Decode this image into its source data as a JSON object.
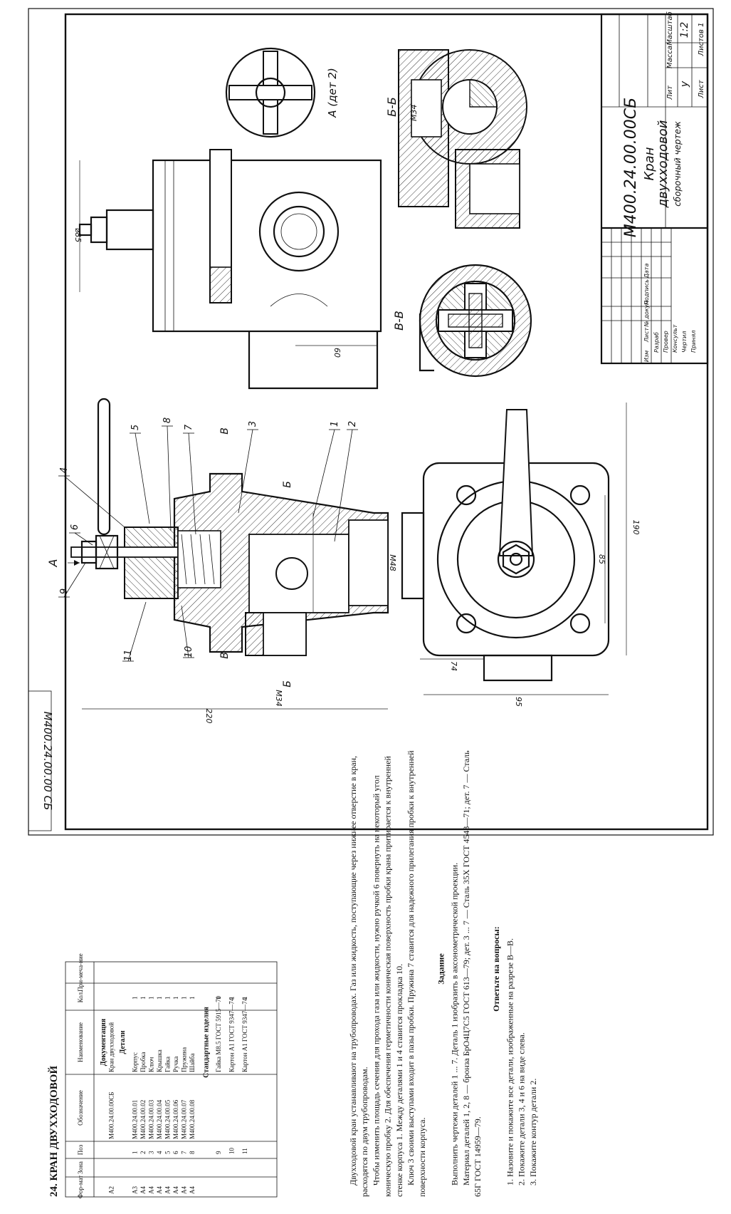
{
  "sheet": {
    "side_code": "М400.24.00.00 СБ",
    "title_block": {
      "designation": "М400.24.00.00СБ",
      "name_line1": "Кран",
      "name_line2": "двухходовой",
      "name_line3": "сборочный чертеж",
      "lit_label": "Лит",
      "mass_label": "Масса",
      "scale_label": "Масштаб",
      "lit_value": "у",
      "scale_value": "1:2",
      "sheet_label": "Лист",
      "sheets_label": "Листов 1",
      "sign_cols": [
        "Изм",
        "Лист",
        "№ докум",
        "Подпись",
        "Дата"
      ],
      "sign_rows": [
        "Разраб",
        "Провер",
        "Консульт",
        "Чертил",
        "Принял"
      ]
    },
    "view_labels": {
      "view_a": "А (дет 2)",
      "section_bb": "Б-Б",
      "section_vv": "В-В",
      "arrow_a": "А",
      "cut_b": "Б",
      "cut_v": "В"
    },
    "dimensions": {
      "d85": "⌀85",
      "m34_bb": "М34",
      "d60": "60",
      "m48": "М48",
      "m34": "М34",
      "d220": "220",
      "d190": "190",
      "d85b": "85",
      "d74": "74",
      "d95": "95"
    },
    "leaders": [
      "1",
      "2",
      "3",
      "4",
      "5",
      "6",
      "7",
      "8",
      "9",
      "10",
      "11"
    ]
  },
  "heading": "24. КРАН ДВУХХОДОВОЙ",
  "spec_table": {
    "headers": [
      "Фор-мат",
      "Зона",
      "Поз",
      "Обозначение",
      "Наименование",
      "Кол.",
      "При-меча-ние"
    ],
    "doc_section": "Документация",
    "doc_row": {
      "format": "А2",
      "designation": "М400.24.00.00СБ",
      "name": "Кран двухходовой"
    },
    "parts_section": "Детали",
    "parts": [
      {
        "format": "А3",
        "pos": "1",
        "designation": "М400.24.00.01",
        "name": "Корпус",
        "qty": "1"
      },
      {
        "format": "А4",
        "pos": "2",
        "designation": "М400.24.00.02",
        "name": "Пробка",
        "qty": "1"
      },
      {
        "format": "А4",
        "pos": "3",
        "designation": "М400.24.00.03",
        "name": "Ключ",
        "qty": "1"
      },
      {
        "format": "А4",
        "pos": "4",
        "designation": "М400.24.00.04",
        "name": "Крышка",
        "qty": "1"
      },
      {
        "format": "А4",
        "pos": "5",
        "designation": "М400.24.00.05",
        "name": "Гайка",
        "qty": "1"
      },
      {
        "format": "А4",
        "pos": "6",
        "designation": "М400.24.00.06",
        "name": "Ручка",
        "qty": "1"
      },
      {
        "format": "А4",
        "pos": "7",
        "designation": "М400.24.00.07",
        "name": "Пружина",
        "qty": "1"
      },
      {
        "format": "А4",
        "pos": "8",
        "designation": "М400.24.00.08",
        "name": "Шайба",
        "qty": "1"
      }
    ],
    "std_section": "Стандартные изделия",
    "std": [
      {
        "pos": "9",
        "name": "Гайка М8.5 ГОСТ 5915—70",
        "qty": "1"
      },
      {
        "pos": "10",
        "name": "Картон А1 ГОСТ 9347—74",
        "qty": "1"
      },
      {
        "pos": "11",
        "name": "Картон А1 ГОСТ 9347—74",
        "qty": "1"
      }
    ]
  },
  "description": {
    "p1": "Двухходовой кран устанавливают на трубопроводах. Газ или жидкость, поступающие через нижнее отверстие в кран, расходятся по двум трубопроводам.",
    "p2": "Чтобы изменить площадь сечения для прохода газа или жидкости, нужно ручкой 6 повернуть на некоторый угол коническую пробку 2. Для обеспечения герметичности коническая поверхность пробки крана притирается к внутренней стенке корпуса 1. Между деталями 1 и 4 ставится прокладка 10.",
    "p3": "Ключ 3 своими выступами входит в пазы пробки. Пружина 7 ставится для надежного прилегания пробки к внутренней поверхности корпуса."
  },
  "task": {
    "title": "Задание",
    "p1": "Выполнить чертежи деталей 1 ... 7. Деталь 1 изобразить в аксонометрической проекции.",
    "p2": "Материал деталей 1, 2, 8 — бронза БрО4Ц7С5 ГОСТ 613—79; дет. 3 ... 7 — Сталь 35Х ГОСТ 4543—71; дет. 7 — Сталь 65Г ГОСТ 14959—79."
  },
  "questions": {
    "title": "Ответьте на вопросы:",
    "items": [
      "1. Назовите и покажите все детали, изображенные на разрезе В—В.",
      "2. Покажите детали 3, 4 и 6 на виде слева.",
      "3. Покажите контур детали 2."
    ]
  }
}
